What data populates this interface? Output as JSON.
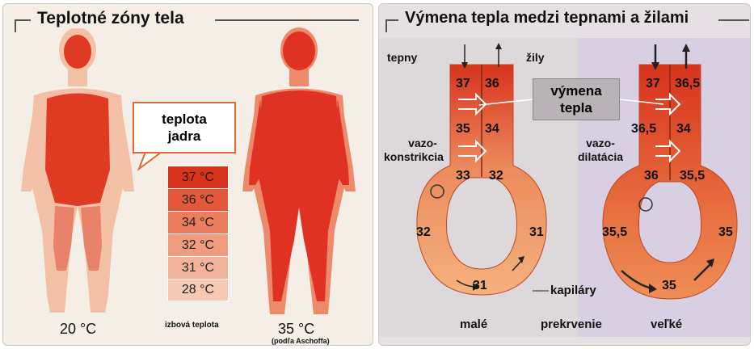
{
  "left": {
    "title": "Teplotné zóny tela",
    "callout": "teplota jadra",
    "callout_lines": [
      "teplota",
      "jadra"
    ],
    "scale": [
      "37 °C",
      "36 °C",
      "34 °C",
      "32 °C",
      "31 °C",
      "28 °C"
    ],
    "scale_colors": [
      "#d8331c",
      "#e4573a",
      "#ea7d5c",
      "#f09a7e",
      "#f3b39b",
      "#f6c9b4"
    ],
    "left_temp": "20 °C",
    "room_label": "izbová teplota",
    "right_temp": "35 °C",
    "right_note": "(podľa Aschoffa)"
  },
  "right": {
    "title": "Výmena tepla medzi tepnami a žilami",
    "arteries": "tepny",
    "veins": "žily",
    "exchange": "výmena tepla",
    "exchange_lines": [
      "výmena",
      "tepla"
    ],
    "vaso_con": "vazo-konstrikcia",
    "vaso_con_lines": [
      "vazo-",
      "konstrikcia"
    ],
    "vaso_dil": "vazo-dilatácia",
    "vaso_dil_lines": [
      "vazo-",
      "dilatácia"
    ],
    "capillaries": "kapiláry",
    "small": "malé",
    "perfusion": "prekrvenie",
    "large": "veľké",
    "loop1": {
      "a1": "37",
      "v1": "36",
      "a2": "35",
      "v2": "34",
      "a3": "33",
      "v3": "32",
      "l": "32",
      "r": "31",
      "b": "31"
    },
    "loop2": {
      "a1": "37",
      "v1": "36,5",
      "a2": "36,5",
      "v2": "34",
      "a3": "36",
      "v3": "35,5",
      "l": "35,5",
      "r": "35",
      "b": "35"
    }
  }
}
